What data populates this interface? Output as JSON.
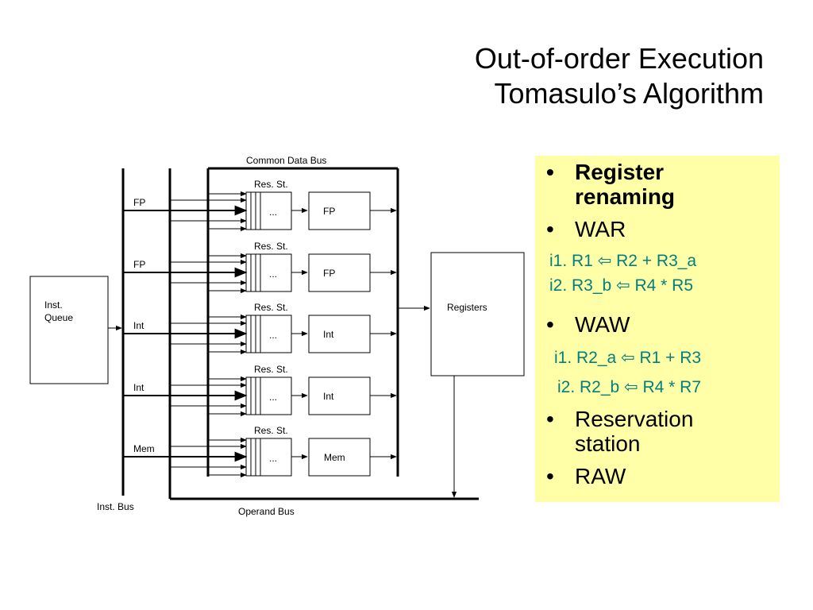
{
  "title": {
    "line1": "Out-of-order Execution",
    "line2": "Tomasulo’s Algorithm"
  },
  "diagram": {
    "bus_labels": {
      "cdb": "Common Data Bus",
      "inst_bus": "Inst. Bus",
      "operand_bus": "Operand Bus"
    },
    "inst_queue": {
      "line1": "Inst.",
      "line2": "Queue"
    },
    "registers": "Registers",
    "units": [
      {
        "bus_label": "FP",
        "rs_label": "Res. St.",
        "rs_dots": "...",
        "unit_label": "FP"
      },
      {
        "bus_label": "FP",
        "rs_label": "Res. St.",
        "rs_dots": "...",
        "unit_label": "FP"
      },
      {
        "bus_label": "Int",
        "rs_label": "Res. St.",
        "rs_dots": "...",
        "unit_label": "Int"
      },
      {
        "bus_label": "Int",
        "rs_label": "Res. St.",
        "rs_dots": "...",
        "unit_label": "Int"
      },
      {
        "bus_label": "Mem",
        "rs_label": "Res. St.",
        "rs_dots": "...",
        "unit_label": "Mem"
      }
    ]
  },
  "notes": {
    "bullet_char": "•",
    "register_renaming": "Register renaming",
    "register_renaming_l1": "Register",
    "register_renaming_l2": "renaming",
    "war": "WAR",
    "war_i1": "i1. R1 ⇦ R2 + R3_a",
    "war_i2": "i2. R3_b ⇦ R4 * R5",
    "waw": "WAW",
    "waw_i1": "i1. R2_a ⇦ R1 + R3",
    "waw_i2": "i2. R2_b ⇦ R4 * R7",
    "reservation_l1": "Reservation",
    "reservation_l2": "station",
    "raw": "RAW"
  }
}
